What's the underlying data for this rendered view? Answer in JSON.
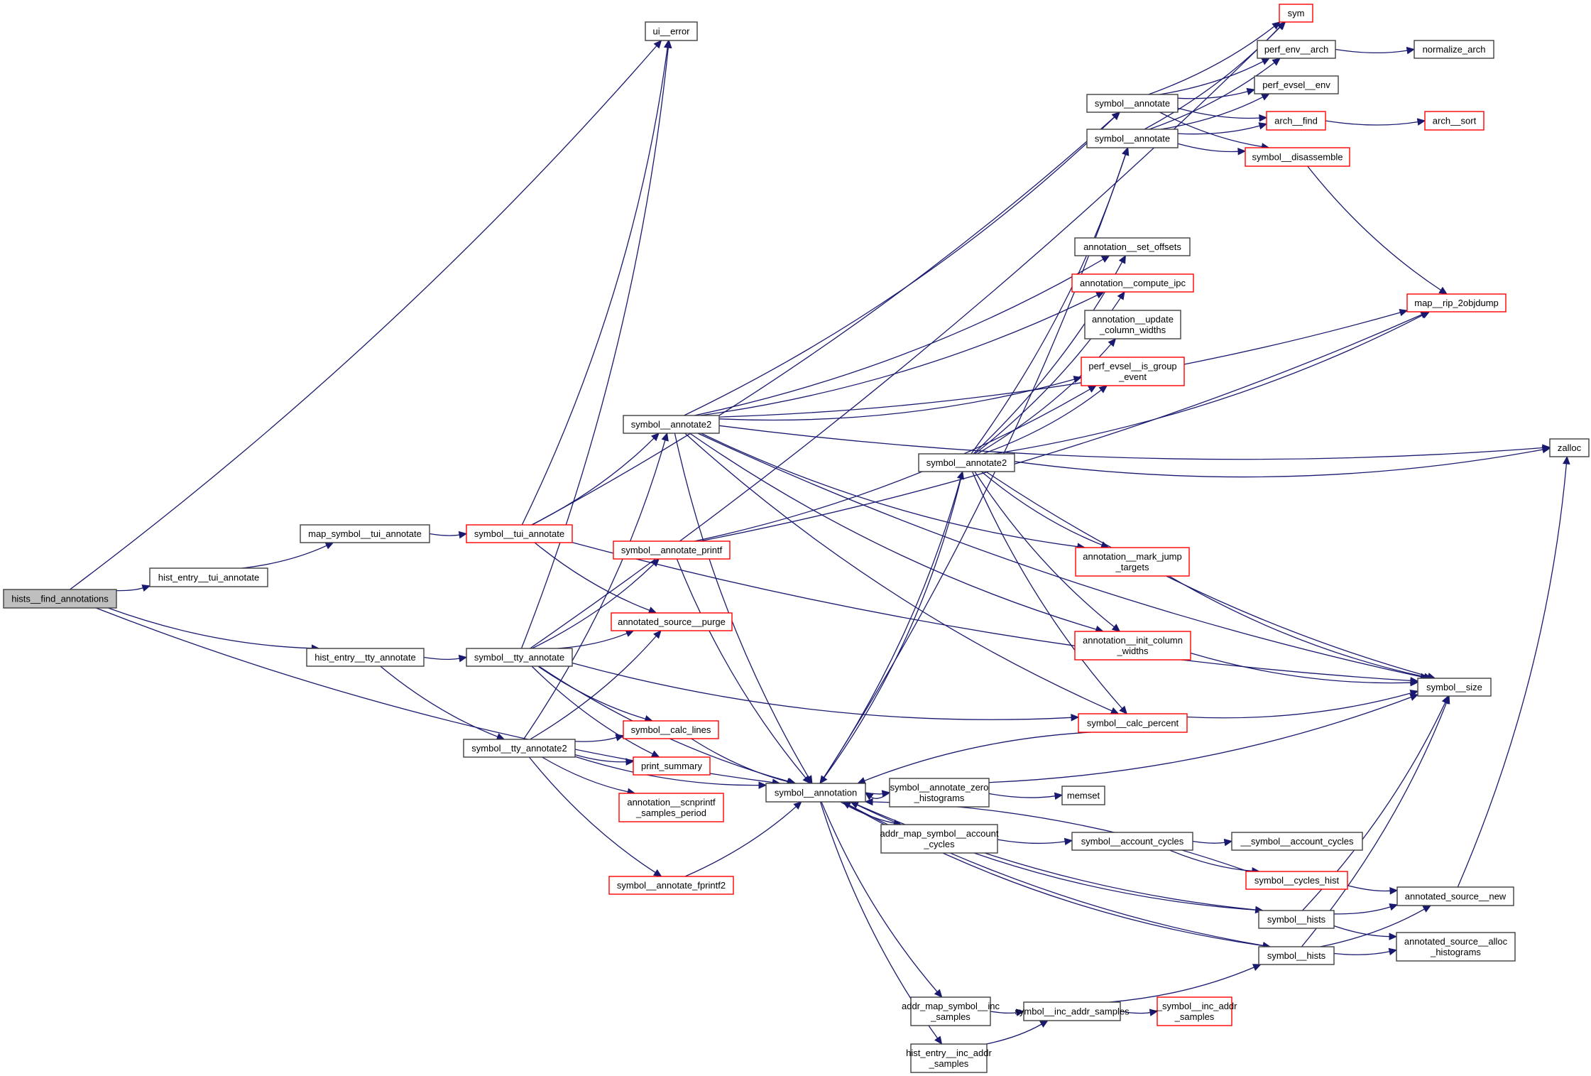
{
  "title": "Call graph: hists__find_annotations",
  "colors": {
    "edge": "#191970",
    "border_normal": "#404040",
    "border_truncated": "#ff0000",
    "root_fill": "#bfbfbf",
    "node_fill": "#ffffff"
  },
  "nodes": [
    {
      "id": "hists__find_annotations",
      "label": [
        "hists__find_annotations"
      ],
      "style": "root"
    },
    {
      "id": "hist_entry__tui_annotate",
      "label": [
        "hist_entry__tui_annotate"
      ],
      "style": "normal"
    },
    {
      "id": "map_symbol__tui_annotate",
      "label": [
        "map_symbol__tui_annotate"
      ],
      "style": "normal"
    },
    {
      "id": "symbol__tui_annotate",
      "label": [
        "symbol__tui_annotate"
      ],
      "style": "truncated"
    },
    {
      "id": "hist_entry__tty_annotate",
      "label": [
        "hist_entry__tty_annotate"
      ],
      "style": "normal"
    },
    {
      "id": "symbol__tty_annotate",
      "label": [
        "symbol__tty_annotate"
      ],
      "style": "normal"
    },
    {
      "id": "symbol__tty_annotate2",
      "label": [
        "symbol__tty_annotate2"
      ],
      "style": "normal"
    },
    {
      "id": "ui__error",
      "label": [
        "ui__error"
      ],
      "style": "normal"
    },
    {
      "id": "symbol__annotate2_a",
      "label": [
        "symbol__annotate2"
      ],
      "style": "normal"
    },
    {
      "id": "symbol__annotate_printf",
      "label": [
        "symbol__annotate_printf"
      ],
      "style": "truncated"
    },
    {
      "id": "annotated_source__purge",
      "label": [
        "annotated_source__purge"
      ],
      "style": "truncated"
    },
    {
      "id": "symbol__calc_lines",
      "label": [
        "symbol__calc_lines"
      ],
      "style": "truncated"
    },
    {
      "id": "print_summary",
      "label": [
        "print_summary"
      ],
      "style": "truncated"
    },
    {
      "id": "annotation__scnprintf_samples_period",
      "label": [
        "annotation__scnprintf",
        "_samples_period"
      ],
      "style": "truncated"
    },
    {
      "id": "symbol__annotate_fprintf2",
      "label": [
        "symbol__annotate_fprintf2"
      ],
      "style": "truncated"
    },
    {
      "id": "symbol__annotation",
      "label": [
        "symbol__annotation"
      ],
      "style": "normal"
    },
    {
      "id": "symbol__annotate_zero_histograms",
      "label": [
        "symbol__annotate_zero",
        "_histograms"
      ],
      "style": "normal"
    },
    {
      "id": "memset",
      "label": [
        "memset"
      ],
      "style": "normal"
    },
    {
      "id": "addr_map_symbol__account_cycles",
      "label": [
        "addr_map_symbol__account",
        "_cycles"
      ],
      "style": "normal"
    },
    {
      "id": "symbol__account_cycles",
      "label": [
        "symbol__account_cycles"
      ],
      "style": "normal"
    },
    {
      "id": "__symbol__account_cycles",
      "label": [
        "__symbol__account_cycles"
      ],
      "style": "normal"
    },
    {
      "id": "symbol__cycles_hist",
      "label": [
        "symbol__cycles_hist"
      ],
      "style": "truncated"
    },
    {
      "id": "symbol__hists_a",
      "label": [
        "symbol__hists"
      ],
      "style": "normal"
    },
    {
      "id": "symbol__hists_b",
      "label": [
        "symbol__hists"
      ],
      "style": "normal"
    },
    {
      "id": "annotated_source__new",
      "label": [
        "annotated_source__new"
      ],
      "style": "normal"
    },
    {
      "id": "annotated_source__alloc_histograms",
      "label": [
        "annotated_source__alloc",
        "_histograms"
      ],
      "style": "normal"
    },
    {
      "id": "addr_map_symbol__inc_samples",
      "label": [
        "addr_map_symbol__inc",
        "_samples"
      ],
      "style": "normal"
    },
    {
      "id": "symbol__inc_addr_samples",
      "label": [
        "symbol__inc_addr_samples"
      ],
      "style": "normal"
    },
    {
      "id": "__symbol__inc_addr_samples",
      "label": [
        "__symbol__inc_addr",
        "_samples"
      ],
      "style": "truncated"
    },
    {
      "id": "hist_entry__inc_addr_samples",
      "label": [
        "hist_entry__inc_addr",
        "_samples"
      ],
      "style": "normal"
    },
    {
      "id": "symbol__annotate_a",
      "label": [
        "symbol__annotate"
      ],
      "style": "normal"
    },
    {
      "id": "symbol__annotate_b",
      "label": [
        "symbol__annotate"
      ],
      "style": "normal"
    },
    {
      "id": "sym",
      "label": [
        "sym"
      ],
      "style": "truncated"
    },
    {
      "id": "perf_env__arch",
      "label": [
        "perf_env__arch"
      ],
      "style": "normal"
    },
    {
      "id": "normalize_arch",
      "label": [
        "normalize_arch"
      ],
      "style": "normal"
    },
    {
      "id": "perf_evsel__env",
      "label": [
        "perf_evsel__env"
      ],
      "style": "normal"
    },
    {
      "id": "arch__find",
      "label": [
        "arch__find"
      ],
      "style": "truncated"
    },
    {
      "id": "arch__sort",
      "label": [
        "arch__sort"
      ],
      "style": "truncated"
    },
    {
      "id": "symbol__disassemble",
      "label": [
        "symbol__disassemble"
      ],
      "style": "truncated"
    },
    {
      "id": "annotation__set_offsets",
      "label": [
        "annotation__set_offsets"
      ],
      "style": "normal"
    },
    {
      "id": "annotation__compute_ipc",
      "label": [
        "annotation__compute_ipc"
      ],
      "style": "truncated"
    },
    {
      "id": "annotation__update_column_widths",
      "label": [
        "annotation__update",
        "_column_widths"
      ],
      "style": "normal"
    },
    {
      "id": "perf_evsel__is_group_event",
      "label": [
        "perf_evsel__is_group",
        "_event"
      ],
      "style": "truncated"
    },
    {
      "id": "symbol__annotate2_b",
      "label": [
        "symbol__annotate2"
      ],
      "style": "normal"
    },
    {
      "id": "map__rip_2objdump",
      "label": [
        "map__rip_2objdump"
      ],
      "style": "truncated"
    },
    {
      "id": "zalloc",
      "label": [
        "zalloc"
      ],
      "style": "normal"
    },
    {
      "id": "annotation__mark_jump_targets",
      "label": [
        "annotation__mark_jump",
        "_targets"
      ],
      "style": "truncated"
    },
    {
      "id": "annotation__init_column_widths",
      "label": [
        "annotation__init_column",
        "_widths"
      ],
      "style": "truncated"
    },
    {
      "id": "symbol__calc_percent",
      "label": [
        "symbol__calc_percent"
      ],
      "style": "truncated"
    },
    {
      "id": "symbol__size",
      "label": [
        "symbol__size"
      ],
      "style": "normal"
    }
  ],
  "edges": [
    [
      "hists__find_annotations",
      "hist_entry__tui_annotate"
    ],
    [
      "hists__find_annotations",
      "hist_entry__tty_annotate"
    ],
    [
      "hists__find_annotations",
      "ui__error"
    ],
    [
      "hists__find_annotations",
      "symbol__annotation"
    ],
    [
      "hist_entry__tui_annotate",
      "map_symbol__tui_annotate"
    ],
    [
      "map_symbol__tui_annotate",
      "symbol__tui_annotate"
    ],
    [
      "symbol__tui_annotate",
      "ui__error"
    ],
    [
      "symbol__tui_annotate",
      "symbol__annotate_a"
    ],
    [
      "symbol__tui_annotate",
      "symbol__annotate2_a"
    ],
    [
      "symbol__tui_annotate",
      "annotated_source__purge"
    ],
    [
      "symbol__tui_annotate",
      "symbol__size"
    ],
    [
      "hist_entry__tty_annotate",
      "symbol__tty_annotate"
    ],
    [
      "hist_entry__tty_annotate",
      "symbol__tty_annotate2"
    ],
    [
      "symbol__tty_annotate",
      "ui__error"
    ],
    [
      "symbol__tty_annotate",
      "symbol__annotate_printf"
    ],
    [
      "symbol__tty_annotate",
      "annotated_source__purge"
    ],
    [
      "symbol__tty_annotate",
      "symbol__calc_lines"
    ],
    [
      "symbol__tty_annotate",
      "print_summary"
    ],
    [
      "symbol__tty_annotate",
      "symbol__annotation"
    ],
    [
      "symbol__tty_annotate",
      "symbol__calc_percent"
    ],
    [
      "symbol__tty_annotate",
      "sym"
    ],
    [
      "symbol__tty_annotate2",
      "symbol__annotate2_a"
    ],
    [
      "symbol__tty_annotate2",
      "annotated_source__purge"
    ],
    [
      "symbol__tty_annotate2",
      "symbol__calc_lines"
    ],
    [
      "symbol__tty_annotate2",
      "print_summary"
    ],
    [
      "symbol__tty_annotate2",
      "annotation__scnprintf_samples_period"
    ],
    [
      "symbol__tty_annotate2",
      "symbol__annotate_fprintf2"
    ],
    [
      "symbol__tty_annotate2",
      "symbol__annotation"
    ],
    [
      "symbol__annotate2_a",
      "symbol__annotate_a"
    ],
    [
      "symbol__annotate2_a",
      "zalloc"
    ],
    [
      "symbol__annotate2_a",
      "map__rip_2objdump"
    ],
    [
      "symbol__annotate2_a",
      "annotation__set_offsets"
    ],
    [
      "symbol__annotate2_a",
      "annotation__compute_ipc"
    ],
    [
      "symbol__annotate2_a",
      "perf_evsel__is_group_event"
    ],
    [
      "symbol__annotate2_a",
      "annotation__mark_jump_targets"
    ],
    [
      "symbol__annotate2_a",
      "annotation__init_column_widths"
    ],
    [
      "symbol__annotate2_a",
      "symbol__calc_percent"
    ],
    [
      "symbol__annotate2_a",
      "symbol__size"
    ],
    [
      "symbol__annotate2_a",
      "symbol__annotation"
    ],
    [
      "symbol__annotate_printf",
      "symbol__annotation"
    ],
    [
      "symbol__annotate_printf",
      "perf_evsel__is_group_event"
    ],
    [
      "symbol__annotate_printf",
      "map__rip_2objdump"
    ],
    [
      "symbol__calc_lines",
      "symbol__annotation"
    ],
    [
      "symbol__annotate_fprintf2",
      "symbol__annotation"
    ],
    [
      "symbol__annotation",
      "symbol__annotate_b"
    ],
    [
      "symbol__annotation",
      "symbol__annotate2_b"
    ],
    [
      "symbol__annotation",
      "symbol__annotate_zero_histograms"
    ],
    [
      "symbol__annotation",
      "addr_map_symbol__account_cycles"
    ],
    [
      "symbol__annotation",
      "symbol__hists_a"
    ],
    [
      "symbol__annotation",
      "symbol__hists_b"
    ],
    [
      "symbol__annotation",
      "addr_map_symbol__inc_samples"
    ],
    [
      "symbol__annotation",
      "hist_entry__inc_addr_samples"
    ],
    [
      "symbol__annotate_zero_histograms",
      "symbol__annotation"
    ],
    [
      "symbol__annotate_zero_histograms",
      "memset"
    ],
    [
      "symbol__annotate_zero_histograms",
      "symbol__size"
    ],
    [
      "addr_map_symbol__account_cycles",
      "symbol__account_cycles"
    ],
    [
      "symbol__account_cycles",
      "__symbol__account_cycles"
    ],
    [
      "symbol__account_cycles",
      "symbol__cycles_hist"
    ],
    [
      "symbol__cycles_hist",
      "symbol__annotation"
    ],
    [
      "symbol__cycles_hist",
      "annotated_source__new"
    ],
    [
      "symbol__hists_a",
      "symbol__annotation"
    ],
    [
      "symbol__hists_a",
      "annotated_source__new"
    ],
    [
      "symbol__hists_a",
      "annotated_source__alloc_histograms"
    ],
    [
      "symbol__hists_a",
      "symbol__size"
    ],
    [
      "symbol__hists_b",
      "symbol__annotation"
    ],
    [
      "symbol__hists_b",
      "annotated_source__new"
    ],
    [
      "symbol__hists_b",
      "annotated_source__alloc_histograms"
    ],
    [
      "symbol__hists_b",
      "symbol__size"
    ],
    [
      "annotated_source__new",
      "zalloc"
    ],
    [
      "addr_map_symbol__inc_samples",
      "symbol__inc_addr_samples"
    ],
    [
      "hist_entry__inc_addr_samples",
      "symbol__inc_addr_samples"
    ],
    [
      "symbol__inc_addr_samples",
      "symbol__hists_b"
    ],
    [
      "symbol__inc_addr_samples",
      "__symbol__inc_addr_samples"
    ],
    [
      "symbol__annotate_a",
      "sym"
    ],
    [
      "symbol__annotate_a",
      "perf_env__arch"
    ],
    [
      "symbol__annotate_a",
      "perf_evsel__env"
    ],
    [
      "symbol__annotate_a",
      "arch__find"
    ],
    [
      "symbol__annotate_a",
      "symbol__disassemble"
    ],
    [
      "symbol__annotate_b",
      "sym"
    ],
    [
      "symbol__annotate_b",
      "perf_env__arch"
    ],
    [
      "symbol__annotate_b",
      "perf_evsel__env"
    ],
    [
      "symbol__annotate_b",
      "arch__find"
    ],
    [
      "symbol__annotate_b",
      "symbol__disassemble"
    ],
    [
      "perf_env__arch",
      "normalize_arch"
    ],
    [
      "arch__find",
      "arch__sort"
    ],
    [
      "symbol__disassemble",
      "map__rip_2objdump"
    ],
    [
      "symbol__annotate2_b",
      "symbol__annotation"
    ],
    [
      "symbol__annotate2_b",
      "symbol__annotate_b"
    ],
    [
      "symbol__annotate2_b",
      "zalloc"
    ],
    [
      "symbol__annotate2_b",
      "map__rip_2objdump"
    ],
    [
      "symbol__annotate2_b",
      "annotation__set_offsets"
    ],
    [
      "symbol__annotate2_b",
      "annotation__compute_ipc"
    ],
    [
      "symbol__annotate2_b",
      "annotation__update_column_widths"
    ],
    [
      "symbol__annotate2_b",
      "perf_evsel__is_group_event"
    ],
    [
      "symbol__annotate2_b",
      "annotation__mark_jump_targets"
    ],
    [
      "symbol__annotate2_b",
      "annotation__init_column_widths"
    ],
    [
      "symbol__annotate2_b",
      "symbol__calc_percent"
    ],
    [
      "symbol__annotate2_b",
      "symbol__size"
    ],
    [
      "annotation__mark_jump_targets",
      "symbol__size"
    ],
    [
      "annotation__init_column_widths",
      "symbol__size"
    ],
    [
      "symbol__calc_percent",
      "symbol__size"
    ],
    [
      "symbol__calc_percent",
      "symbol__annotation"
    ]
  ]
}
